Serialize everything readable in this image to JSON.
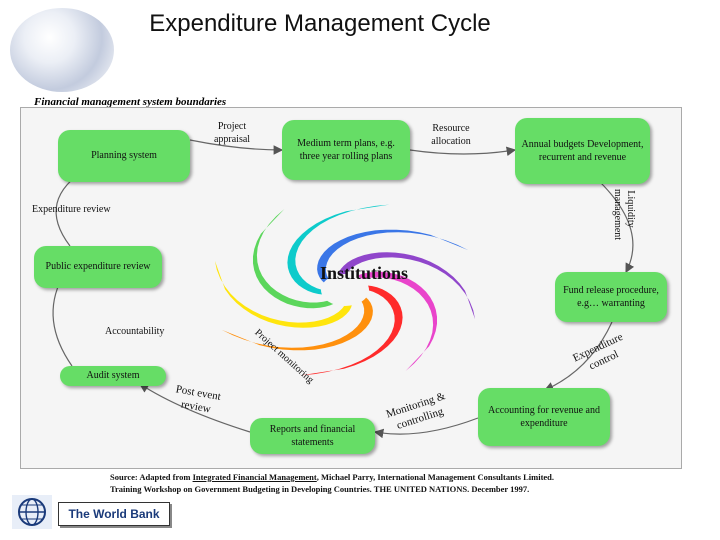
{
  "title": "Expenditure Management Cycle",
  "boundary_label": "Financial management system boundaries",
  "center_label": "Institutions",
  "boxes": {
    "planning": "Planning system",
    "medium_term": "Medium term plans, e.g. three year rolling plans",
    "annual_budgets": "Annual budgets Development, recurrent and revenue",
    "public_expenditure_review": "Public expenditure review",
    "fund_release": "Fund release procedure, e.g… warranting",
    "audit": "Audit system",
    "reports": "Reports and financial statements",
    "accounting": "Accounting for revenue and expenditure"
  },
  "arrow_labels": {
    "project_appraisal": "Project appraisal",
    "resource_allocation": "Resource allocation",
    "expenditure_review": "Expenditure review",
    "liquidity_management": "Liquidity management",
    "accountability": "Accountability",
    "project_monitoring": "Project monitoring",
    "post_event_review": "Post event review",
    "monitoring_controlling": "Monitoring & controlling",
    "expenditure_control": "Expenditure control"
  },
  "source": {
    "prefix": "Source: Adapted from ",
    "book": "Integrated Financial Management",
    "rest": ", Michael Parry, International Management Consultants Limited.",
    "line2": "Training Workshop on Government Budgeting in Developing Countries. THE UNITED NATIONS. December 1997."
  },
  "footer_logo_text": "The World Bank",
  "colors": {
    "box_green": "#66dd66",
    "swirl": [
      "#ff2020",
      "#ff8a00",
      "#ffe400",
      "#52d452",
      "#00c8c8",
      "#2f6fe6",
      "#8a3cc8",
      "#e83ac8"
    ]
  }
}
